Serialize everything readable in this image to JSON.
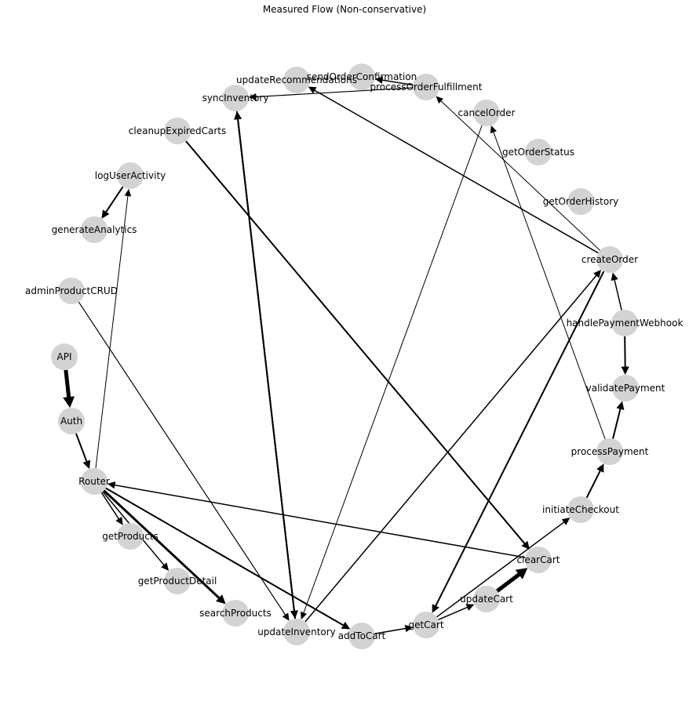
{
  "title": "Measured Flow (Non-conservative)",
  "colors": {
    "node": "#d3d3d3",
    "edge": "#000000",
    "background": "#ffffff"
  },
  "nodes": [
    {
      "id": "API",
      "label": "API"
    },
    {
      "id": "Auth",
      "label": "Auth"
    },
    {
      "id": "Router",
      "label": "Router"
    },
    {
      "id": "getProducts",
      "label": "getProducts"
    },
    {
      "id": "getProductDetail",
      "label": "getProductDetail"
    },
    {
      "id": "searchProducts",
      "label": "searchProducts"
    },
    {
      "id": "updateInventory",
      "label": "updateInventory"
    },
    {
      "id": "addToCart",
      "label": "addToCart"
    },
    {
      "id": "getCart",
      "label": "getCart"
    },
    {
      "id": "updateCart",
      "label": "updateCart"
    },
    {
      "id": "clearCart",
      "label": "clearCart"
    },
    {
      "id": "initiateCheckout",
      "label": "initiateCheckout"
    },
    {
      "id": "processPayment",
      "label": "processPayment"
    },
    {
      "id": "validatePayment",
      "label": "validatePayment"
    },
    {
      "id": "handlePaymentWebhook",
      "label": "handlePaymentWebhook"
    },
    {
      "id": "createOrder",
      "label": "createOrder"
    },
    {
      "id": "getOrderHistory",
      "label": "getOrderHistory"
    },
    {
      "id": "getOrderStatus",
      "label": "getOrderStatus"
    },
    {
      "id": "cancelOrder",
      "label": "cancelOrder"
    },
    {
      "id": "processOrderFulfillment",
      "label": "processOrderFulfillment"
    },
    {
      "id": "sendOrderConfirmation",
      "label": "sendOrderConfirmation"
    },
    {
      "id": "updateRecommendations",
      "label": "updateRecommendations"
    },
    {
      "id": "syncInventory",
      "label": "syncInventory"
    },
    {
      "id": "cleanupExpiredCarts",
      "label": "cleanupExpiredCarts"
    },
    {
      "id": "logUserActivity",
      "label": "logUserActivity"
    },
    {
      "id": "generateAnalytics",
      "label": "generateAnalytics"
    },
    {
      "id": "adminProductCRUD",
      "label": "adminProductCRUD"
    }
  ],
  "edges": [
    {
      "source": "API",
      "target": "Auth",
      "weight": 5
    },
    {
      "source": "Auth",
      "target": "Router",
      "weight": 2
    },
    {
      "source": "Router",
      "target": "getProducts",
      "weight": 1.5
    },
    {
      "source": "Router",
      "target": "getProductDetail",
      "weight": 1.5
    },
    {
      "source": "Router",
      "target": "searchProducts",
      "weight": 3
    },
    {
      "source": "Router",
      "target": "addToCart",
      "weight": 2
    },
    {
      "source": "Router",
      "target": "logUserActivity",
      "weight": 1
    },
    {
      "source": "logUserActivity",
      "target": "generateAnalytics",
      "weight": 2
    },
    {
      "source": "adminProductCRUD",
      "target": "updateInventory",
      "weight": 1.2
    },
    {
      "source": "addToCart",
      "target": "getCart",
      "weight": 1.5
    },
    {
      "source": "getCart",
      "target": "updateCart",
      "weight": 1.5
    },
    {
      "source": "updateCart",
      "target": "clearCart",
      "weight": 5
    },
    {
      "source": "getCart",
      "target": "initiateCheckout",
      "weight": 1.5
    },
    {
      "source": "initiateCheckout",
      "target": "processPayment",
      "weight": 2
    },
    {
      "source": "processPayment",
      "target": "validatePayment",
      "weight": 2
    },
    {
      "source": "processPayment",
      "target": "cancelOrder",
      "weight": 1
    },
    {
      "source": "handlePaymentWebhook",
      "target": "validatePayment",
      "weight": 2
    },
    {
      "source": "handlePaymentWebhook",
      "target": "createOrder",
      "weight": 1.5
    },
    {
      "source": "createOrder",
      "target": "getCart",
      "weight": 2
    },
    {
      "source": "createOrder",
      "target": "updateRecommendations",
      "weight": 1.5
    },
    {
      "source": "createOrder",
      "target": "processOrderFulfillment",
      "weight": 1
    },
    {
      "source": "updateInventory",
      "target": "createOrder",
      "weight": 1.5
    },
    {
      "source": "cancelOrder",
      "target": "updateInventory",
      "weight": 1
    },
    {
      "source": "processOrderFulfillment",
      "target": "sendOrderConfirmation",
      "weight": 1.5
    },
    {
      "source": "processOrderFulfillment",
      "target": "syncInventory",
      "weight": 1.2
    },
    {
      "source": "syncInventory",
      "target": "updateInventory",
      "weight": 2
    },
    {
      "source": "updateInventory",
      "target": "syncInventory",
      "weight": 2
    },
    {
      "source": "cleanupExpiredCarts",
      "target": "clearCart",
      "weight": 2
    },
    {
      "source": "clearCart",
      "target": "Router",
      "weight": 1.5
    }
  ]
}
